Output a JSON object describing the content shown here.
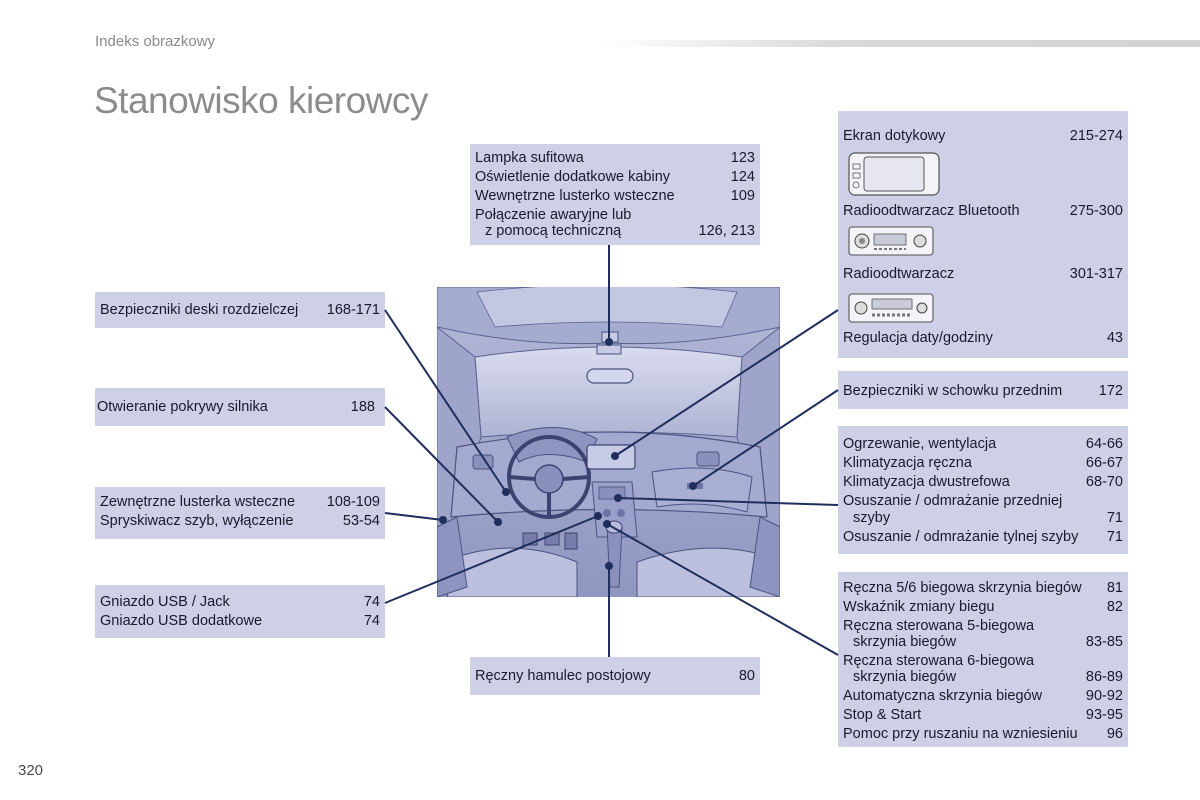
{
  "header": {
    "section_label": "Indeks obrazkowy"
  },
  "page": {
    "title": "Stanowisko kierowcy",
    "number": "320"
  },
  "top_center": {
    "items": [
      {
        "label": "Lampka sufitowa",
        "pages": "123"
      },
      {
        "label": "Oświetlenie dodatkowe kabiny",
        "pages": "124"
      },
      {
        "label": "Wewnętrzne lusterko wsteczne",
        "pages": "109"
      },
      {
        "label": "Połączenie awaryjne lub",
        "label2": "z pomocą techniczną",
        "pages": "126, 213"
      }
    ]
  },
  "left": {
    "fuses": {
      "label": "Bezpieczniki deski rozdzielczej",
      "pages": "168-171"
    },
    "bonnet": {
      "label": "Otwieranie pokrywy silnika",
      "pages": "188"
    },
    "mirrors": [
      {
        "label": "Zewnętrzne lusterka wsteczne",
        "pages": "108-109"
      },
      {
        "label": "Spryskiwacz szyb, wyłączenie",
        "pages": "53-54"
      }
    ],
    "usb": [
      {
        "label": "Gniazdo USB / Jack",
        "pages": "74"
      },
      {
        "label": "Gniazdo USB dodatkowe",
        "pages": "74"
      }
    ]
  },
  "bottom_center": {
    "label": "Ręczny hamulec postojowy",
    "pages": "80"
  },
  "right": {
    "media": [
      {
        "label": "Ekran dotykowy",
        "pages": "215-274"
      },
      {
        "label": "Radioodtwarzacz Bluetooth",
        "pages": "275-300"
      },
      {
        "label": "Radioodtwarzacz",
        "pages": "301-317"
      },
      {
        "label": "Regulacja daty/godziny",
        "pages": "43"
      }
    ],
    "glovebox": {
      "label": "Bezpieczniki w schowku przednim",
      "pages": "172"
    },
    "climate": [
      {
        "label": "Ogrzewanie, wentylacja",
        "pages": "64-66"
      },
      {
        "label": "Klimatyzacja ręczna",
        "pages": "66-67"
      },
      {
        "label": "Klimatyzacja dwustrefowa",
        "pages": "68-70"
      },
      {
        "label": "Osuszanie / odmrażanie przedniej",
        "label2": "szyby",
        "pages": "71"
      },
      {
        "label": "Osuszanie / odmrażanie tylnej szyby",
        "pages": "71"
      }
    ],
    "gearbox": [
      {
        "label": "Ręczna 5/6 biegowa skrzynia biegów",
        "pages": "81"
      },
      {
        "label": "Wskaźnik zmiany biegu",
        "pages": "82"
      },
      {
        "label": "Ręczna sterowana 5-biegowa",
        "label2": "skrzynia biegów",
        "pages": "83-85"
      },
      {
        "label": "Ręczna sterowana 6-biegowa",
        "label2": "skrzynia biegów",
        "pages": "86-89"
      },
      {
        "label": "Automatyczna skrzynia biegów",
        "pages": "90-92"
      },
      {
        "label": "Stop & Start",
        "pages": "93-95"
      },
      {
        "label": "Pomoc przy ruszaniu na wzniesieniu",
        "pages": "96"
      }
    ]
  },
  "colors": {
    "box_bg": "#cdd0e6",
    "leader": "#1f2e5c",
    "title": "#8c8c8c"
  }
}
